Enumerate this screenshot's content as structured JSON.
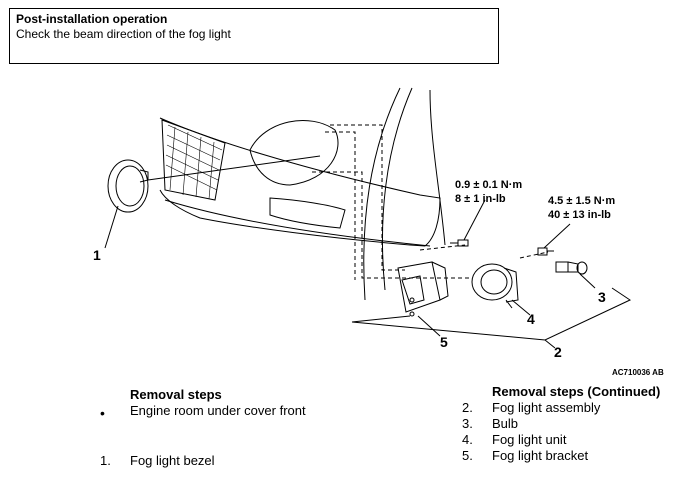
{
  "note": {
    "title": "Post-installation operation",
    "text": "Check the beam direction of the fog light"
  },
  "figure": {
    "callouts": [
      "1",
      "2",
      "3",
      "4",
      "5"
    ],
    "torque_left": {
      "line1": "0.9 ± 0.1 N·m",
      "line2": "8 ± 1 in-lb"
    },
    "torque_right": {
      "line1": "4.5 ± 1.5 N·m",
      "line2": "40 ± 13 in-lb"
    },
    "figure_id": "AC710036 AB"
  },
  "removal_steps": {
    "heading": "Removal steps",
    "bullet_item": "Engine room under cover front",
    "items": [
      {
        "num": "1.",
        "label": "Fog light bezel"
      }
    ]
  },
  "removal_steps_continued": {
    "heading": "Removal steps (Continued)",
    "items": [
      {
        "num": "2.",
        "label": "Fog light assembly"
      },
      {
        "num": "3.",
        "label": "Bulb"
      },
      {
        "num": "4.",
        "label": "Fog light unit"
      },
      {
        "num": "5.",
        "label": "Fog light bracket"
      }
    ]
  }
}
